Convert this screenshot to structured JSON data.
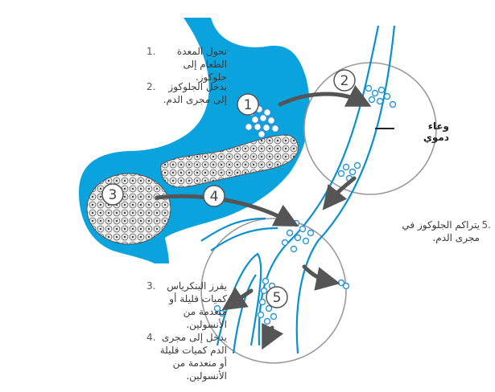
{
  "steps": [
    {
      "num": "1.",
      "text": "تحول المعدة الطعام إلى جلوكوز."
    },
    {
      "num": "2.",
      "text": "يدخل الجلوكوز إلى مجرى الدم."
    },
    {
      "num": "3.",
      "text": "يفرز البنكرياس كميات قليلة أو منعدمة من الأنسولين."
    },
    {
      "num": "4.",
      "text": "يدخل إلى مجرى الدم كميات قليلة أو منعدمة من الأنسولين."
    },
    {
      "num": "5.",
      "text": "يتراكم الجلوكوز في مجرى الدم."
    }
  ],
  "vessel_label": "وعاء دموي",
  "badges": [
    "1",
    "2",
    "3",
    "4",
    "5"
  ],
  "colors": {
    "organ": "#0aa3dd",
    "vessel_line": "#0a8fd0",
    "glucose": "#2b95d6",
    "arrow": "#555555",
    "circle_border": "#9a9a9a",
    "pancreas_cells": "#d9d9d9"
  }
}
